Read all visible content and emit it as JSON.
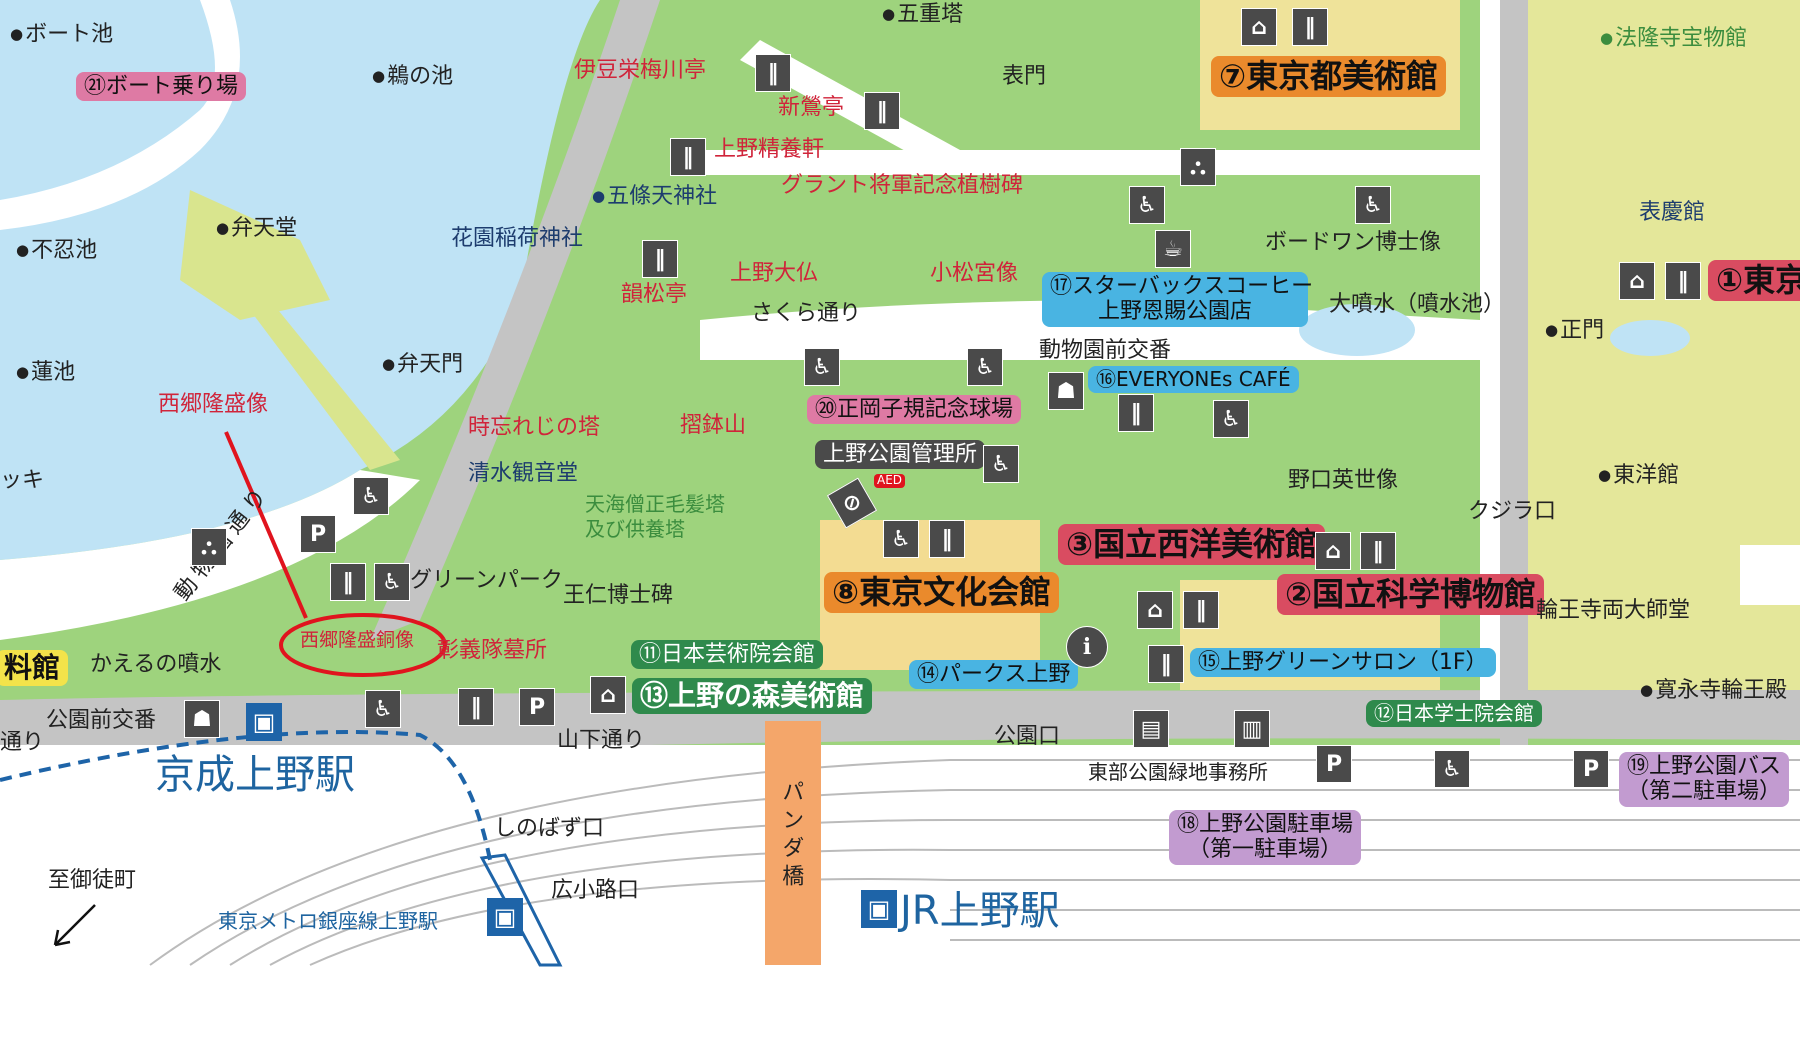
{
  "labels": {
    "boat_pond": "ボート池",
    "boat_pier": "㉑ボート乗り場",
    "u_pond": "鵜の池",
    "bentendo": "弁天堂",
    "shinobazu": "不忍池",
    "lotus_pond": "蓮池",
    "deck": "ッキ",
    "saigo_annotation": "西郷隆盛像",
    "bentenmon": "弁天門",
    "izuei": "伊豆栄梅川亭",
    "shinoutei": "新鶯亭",
    "seiyoken": "上野精養軒",
    "gojoten": "五條天神社",
    "grant": "グラント将軍記念植樹碑",
    "hanazono": "花園稲荷神社",
    "inshotei": "韻松亭",
    "daibutsu": "上野大仏",
    "komatsu": "小松宮像",
    "sakura_dori": "さくら通り",
    "pagoda": "五重塔",
    "omotemon": "表門",
    "tobikan": "⑦東京都美術館",
    "horyuji": "法隆寺宝物館",
    "hyokeikan": "表慶館",
    "tokyo_natl": "①東京",
    "baudouin": "ボードワン博士像",
    "starbucks_1": "⑰スターバックスコーヒー",
    "starbucks_2": "上野恩賜公園店",
    "fountain": "大噴水（噴水池）",
    "seimon": "正門",
    "zoo_koban": "動物園前交番",
    "everyones": "⑯EVERYONEs CAFÉ",
    "masaoka": "⑳正岡子規記念球場",
    "kanrisho": "上野公園管理所",
    "aed": "AED",
    "tokiwasureji": "時忘れじの塔",
    "suribachi": "摺鉢山",
    "kiyomizu": "清水観音堂",
    "tenkai_1": "天海僧正毛髪塔",
    "tenkai_2": "及び供養塔",
    "noguchi": "野口英世像",
    "toyokan": "東洋館",
    "kujira": "クジラ口",
    "seiyo": "③国立西洋美術館",
    "bunka": "⑧東京文化会館",
    "kahaku": "②国立科学博物館",
    "rinnoji": "輪王寺両大師堂",
    "green_park": "グリーンパーク",
    "wani": "王仁博士碑",
    "zoo_street": "動物園通り",
    "saigo_statue": "西郷隆盛銅像",
    "shogitai": "彰義隊墓所",
    "geijutsuin": "⑪日本芸術院会館",
    "ueno_mori": "⑬上野の森美術館",
    "parks": "⑭パークス上野",
    "green_salon": "⑮上野グリーンサロン（1F）",
    "gakushiin": "⑫日本学士院会館",
    "kaneiji": "寛永寺輪王殿",
    "shiryokan": "料館",
    "kaeru": "かえるの噴水",
    "park_koban": "公園前交番",
    "dori": "通り",
    "keisei": "京成上野駅",
    "yamashita": "山下通り",
    "koen_guchi": "公園口",
    "tobu_office": "東部公園緑地事務所",
    "parking1_1": "⑱上野公園駐車場",
    "parking1_2": "（第一駐車場）",
    "parking2_1": "⑲上野公園バス",
    "parking2_2": "（第二駐車場）",
    "shinobazu_guchi": "しのばず口",
    "hirokoji": "広小路口",
    "okachimachi": "至御徒町",
    "ginza_line": "東京メトロ銀座線上野駅",
    "panda_bridge": "パンダ橋",
    "jr": "JR上野駅"
  },
  "icons": {
    "restaurant": "‖",
    "museum": "⌂",
    "toilet": "♿",
    "parking": "P",
    "cafe": "☕",
    "info": "i",
    "train": "▣",
    "police": "☗",
    "playground": "⛬",
    "bus": "▤",
    "taxi": "▥",
    "baby": "⊘"
  },
  "colors": {
    "water": "#bfe3f5",
    "grass": "#8fcf6e",
    "road": "#c4c4c4",
    "annotation": "#e0141e"
  }
}
